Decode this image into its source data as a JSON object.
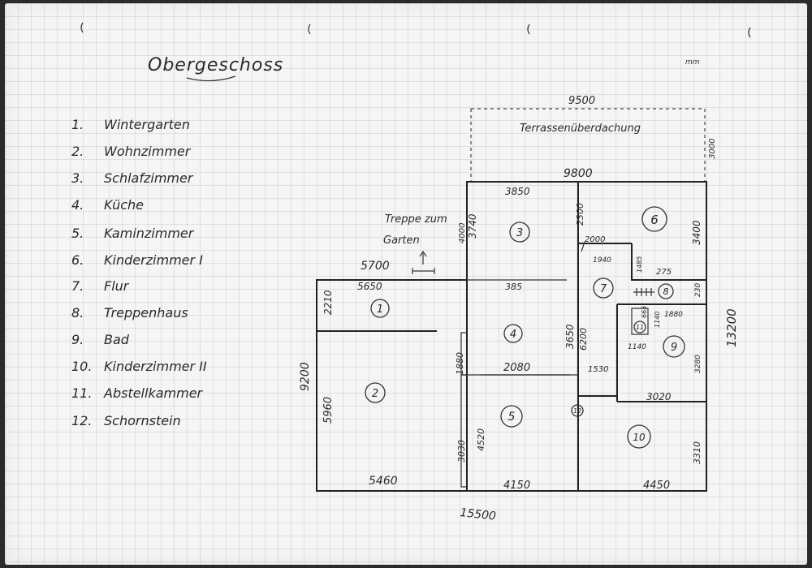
{
  "title": "Obergeschoss",
  "unit": "mm",
  "legend": [
    {
      "num": "1.",
      "name": "Wintergarten"
    },
    {
      "num": "2.",
      "name": "Wohnzimmer"
    },
    {
      "num": "3.",
      "name": "Schlafzimmer"
    },
    {
      "num": "4.",
      "name": "Küche"
    },
    {
      "num": "5.",
      "name": "Kaminzimmer"
    },
    {
      "num": "6.",
      "name": "Kinderzimmer I"
    },
    {
      "num": "7.",
      "name": "Flur"
    },
    {
      "num": "8.",
      "name": "Treppenhaus"
    },
    {
      "num": "9.",
      "name": "Bad"
    },
    {
      "num": "10.",
      "name": "Kinderzimmer II"
    },
    {
      "num": "11.",
      "name": "Abstellkammer"
    },
    {
      "num": "12.",
      "name": "Schornstein"
    }
  ],
  "plan": {
    "terrace_label": "Terrassenüberdachung",
    "stairs_label_1": "Treppe zum",
    "stairs_label_2": "Garten",
    "room_numbers": [
      "1",
      "2",
      "3",
      "4",
      "5",
      "6",
      "7",
      "8",
      "9",
      "10",
      "11",
      "12"
    ],
    "dimensions": {
      "d9500": "9500",
      "d9800": "9800",
      "d3000": "3000",
      "d3850": "3850",
      "d2300": "2300",
      "d3400": "3400",
      "d3740": "3740",
      "d4000": "4000",
      "d5700": "5700",
      "d5650": "5650",
      "d385": "385",
      "d2210": "2210",
      "d2000": "2000",
      "d1940": "1940",
      "d1485": "1485",
      "d275": "275",
      "d230": "230",
      "d1880a": "1880",
      "d1880b": "1880",
      "d665": "665",
      "d1140a": "1140",
      "d1140b": "1140",
      "d3650": "3650",
      "d6200": "6200",
      "d2080": "2080",
      "d1530": "1530",
      "d3280": "3280",
      "d13200": "13200",
      "d9200": "9200",
      "d5960": "5960",
      "d3020": "3020",
      "d3030": "3030",
      "d4520": "4520",
      "d3310": "3310",
      "d5460": "5460",
      "d4150": "4150",
      "d4450": "4450",
      "d15500": "15500"
    }
  }
}
